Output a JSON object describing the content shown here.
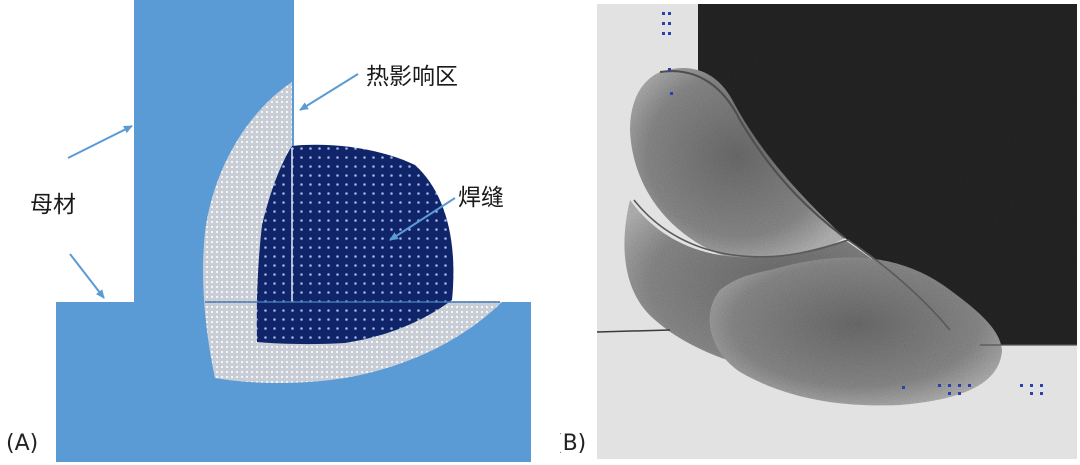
{
  "panel_a": {
    "letter": "(A)",
    "labels": {
      "haz": "热影响区",
      "base_metal": "母材",
      "weld": "焊缝"
    },
    "colors": {
      "base_metal": "#5b9bd5",
      "haz": "#c8ccd6",
      "weld": "#10246a",
      "arrow": "#5b9bd5"
    }
  },
  "panel_b": {
    "letter": "(B)",
    "colors": {
      "background": "#e4e4e4",
      "dark_plate": "#262626",
      "weld_bead": "#8f8f8f"
    }
  }
}
